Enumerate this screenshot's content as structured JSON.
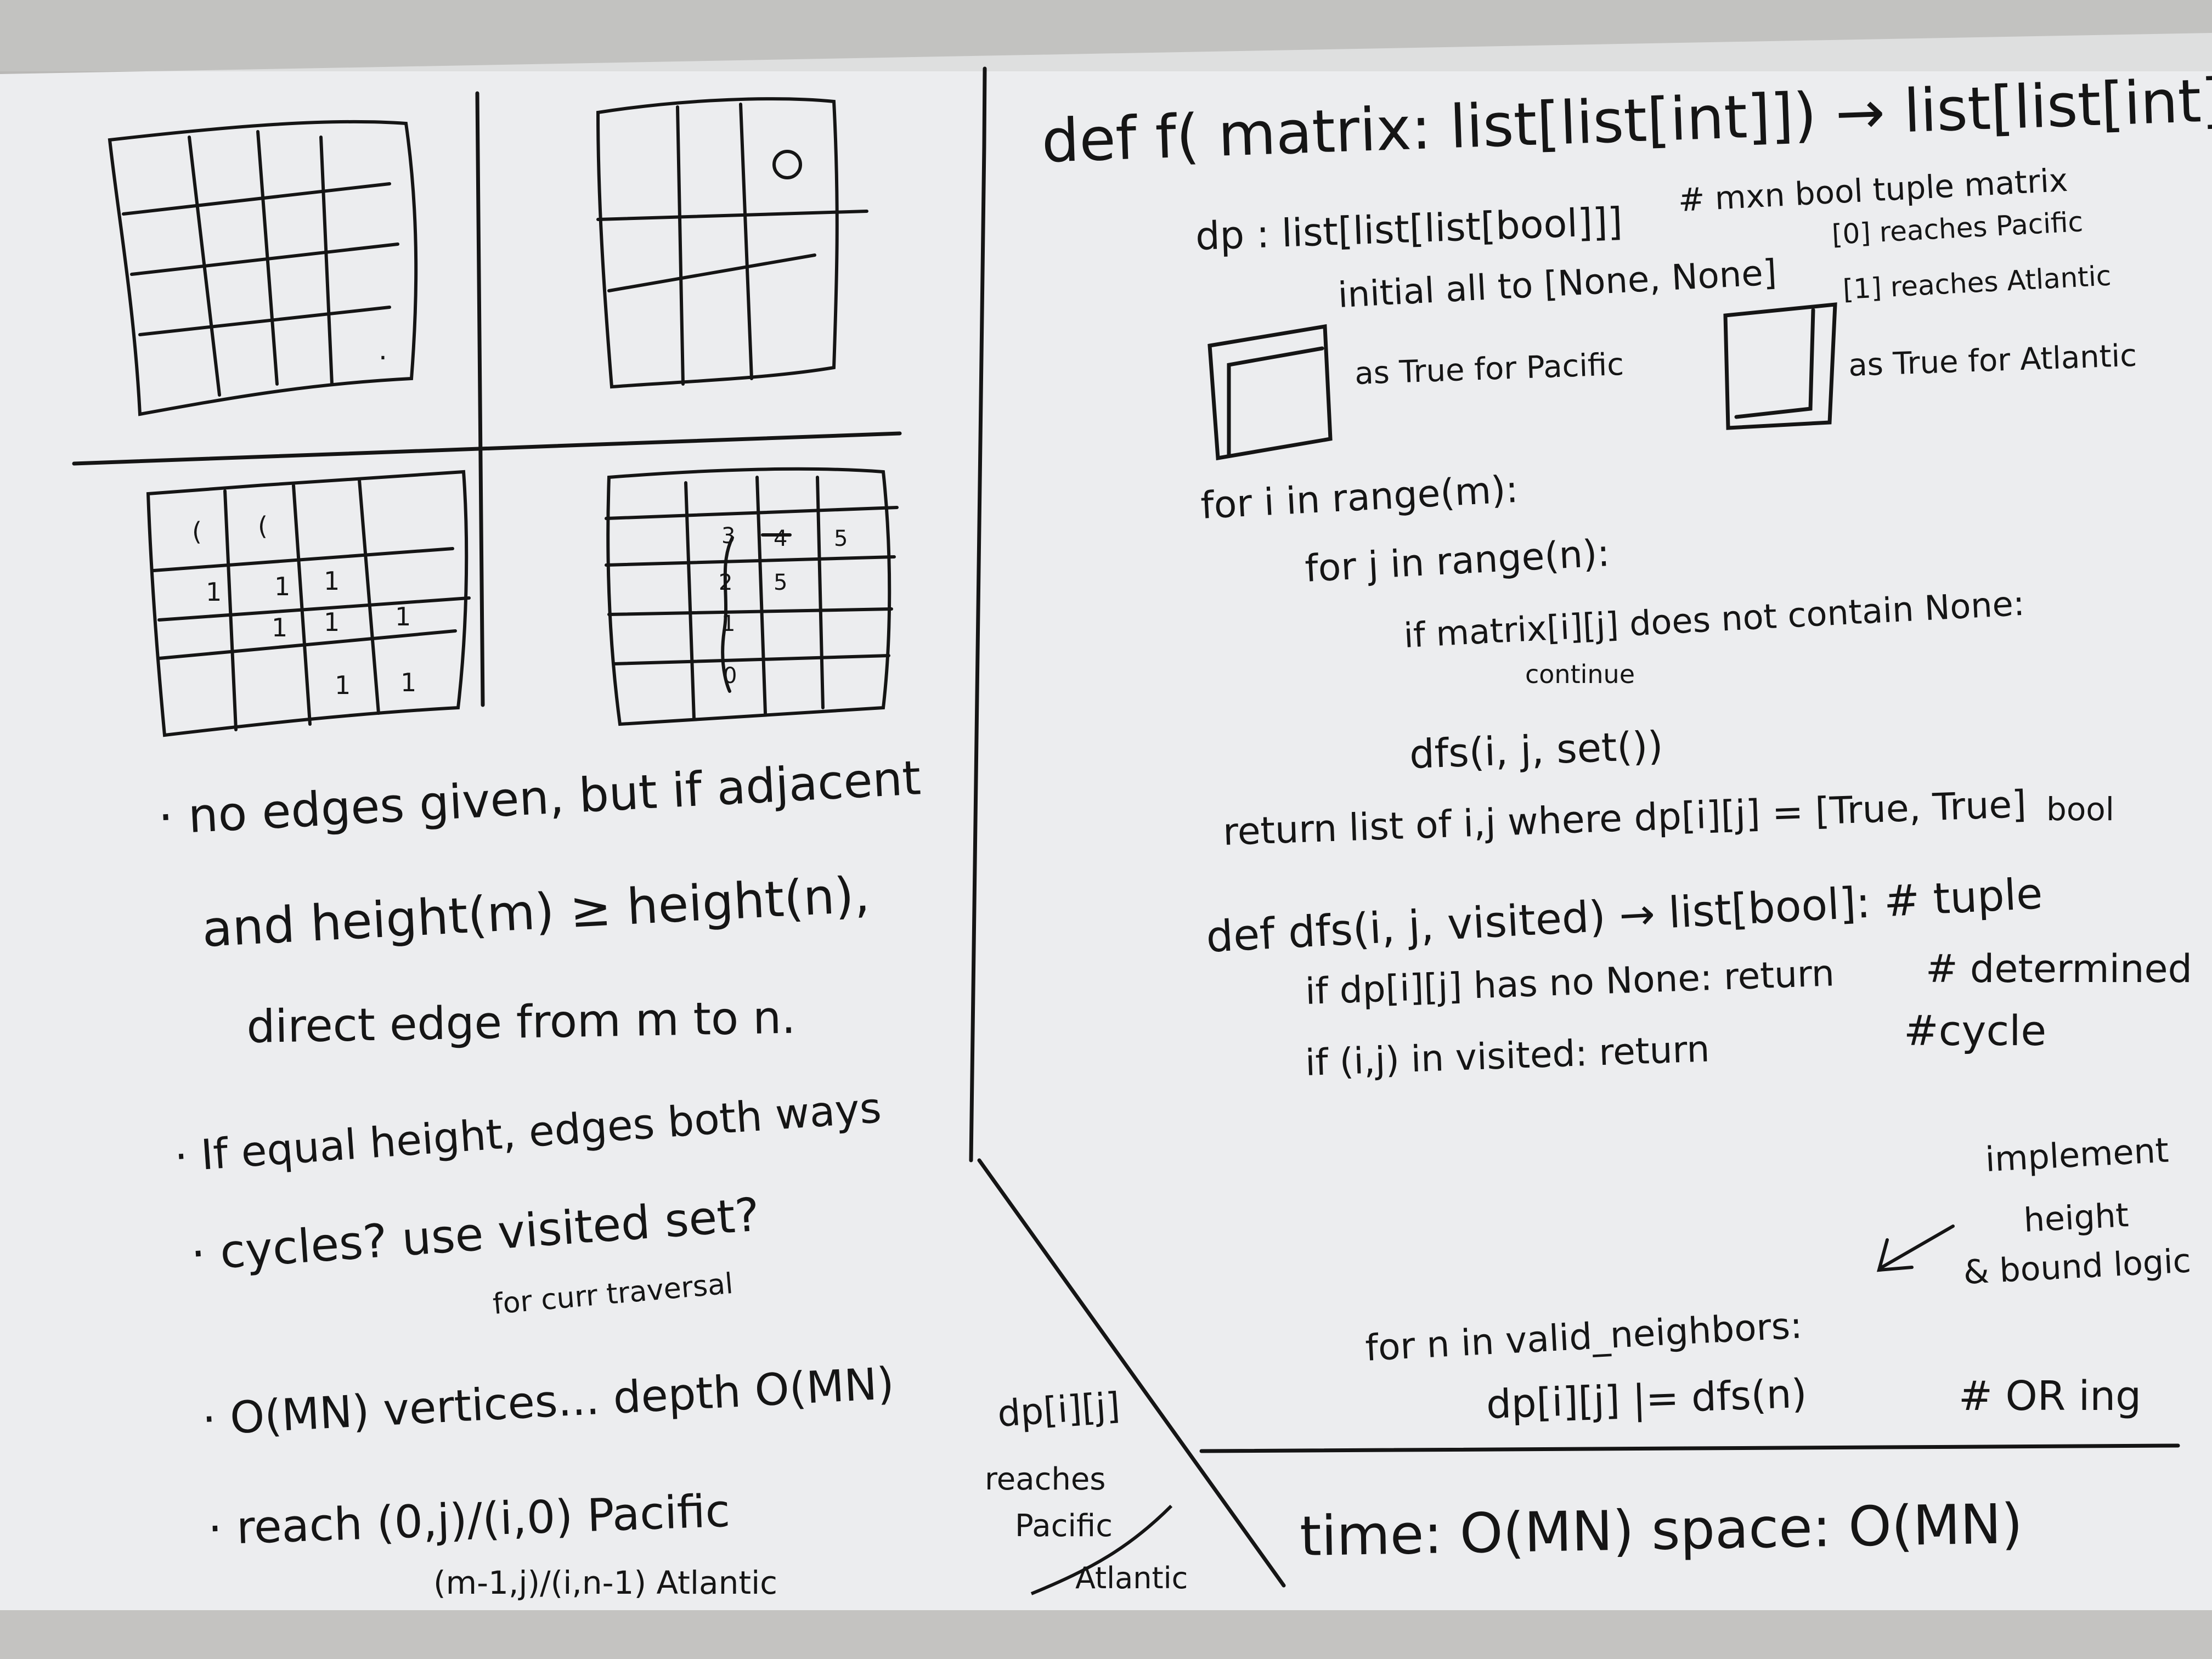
{
  "colors": {
    "wall": "#b9b8b6",
    "board": "#ecedef",
    "ink": "#151515"
  },
  "left_top_grids": {
    "grid_top_left_mark": ".",
    "grid_top_right_mark": "0"
  },
  "left_bottom_grids": {
    "grid_bottom_left_marks": [
      "(",
      "(",
      "1",
      "1",
      "1",
      "1",
      "1",
      "1",
      "1",
      "1"
    ],
    "grid_bottom_right_marks": [
      "3",
      "4",
      "5",
      "2",
      "5",
      "1",
      "0"
    ]
  },
  "left_notes": {
    "line1": "· no edges given, but if adjacent",
    "line2": "and height(m) ≥ height(n),",
    "line3": "direct edge from m to n.",
    "line4": "· If equal height, edges both ways",
    "line5": "· cycles? use visited set?",
    "line5_sub": "for curr traversal",
    "line6": "· O(MN) vertices... depth O(MN)",
    "line7": "· reach (0,j)/(i,0) Pacific",
    "line8": "(m-1,j)/(i,n-1) Atlantic"
  },
  "corner_notes": {
    "line1": "dp[i][j]",
    "line2": "reaches",
    "line3": "Pacific",
    "line4": "Atlantic"
  },
  "code": {
    "sig": "def f( matrix: list[list[int]]) → list[list[int]]:",
    "dp_decl": "dp : list[list[list[bool]]]",
    "dp_comment": "# mxn bool tuple matrix",
    "dp_idx0": "[0] reaches Pacific",
    "dp_idx1": "[1] reaches Atlantic",
    "dp_init": "initial all to [None, None]",
    "pacific_legend": "as True for Pacific",
    "atlantic_legend": "as True for Atlantic",
    "loop_i": "for i in range(m):",
    "loop_j": "for j in range(n):",
    "if_cond": "if matrix[i][j] does not contain None:",
    "continue_kw": "continue",
    "dfs_call": "dfs(i, j, set())",
    "return_line": "return list of i,j where dp[i][j] = [True, True]",
    "dfs_def": "def dfs(i, j, visited) → list[bool]: # tuple",
    "dfs_bool": "bool",
    "if_none": "if dp[i][j] has no None: return",
    "if_none_comment": "# determined",
    "if_visited": "if (i,j) in visited: return",
    "if_visited_comment": "#cycle",
    "impl_note1": "implement",
    "impl_note2": "height",
    "impl_note3": "& bound logic",
    "for_neighbors": "for n in valid_neighbors:",
    "or_line": "dp[i][j] |= dfs(n)",
    "or_comment": "# OR ing",
    "complexity": "time: O(MN)   space: O(MN)"
  }
}
